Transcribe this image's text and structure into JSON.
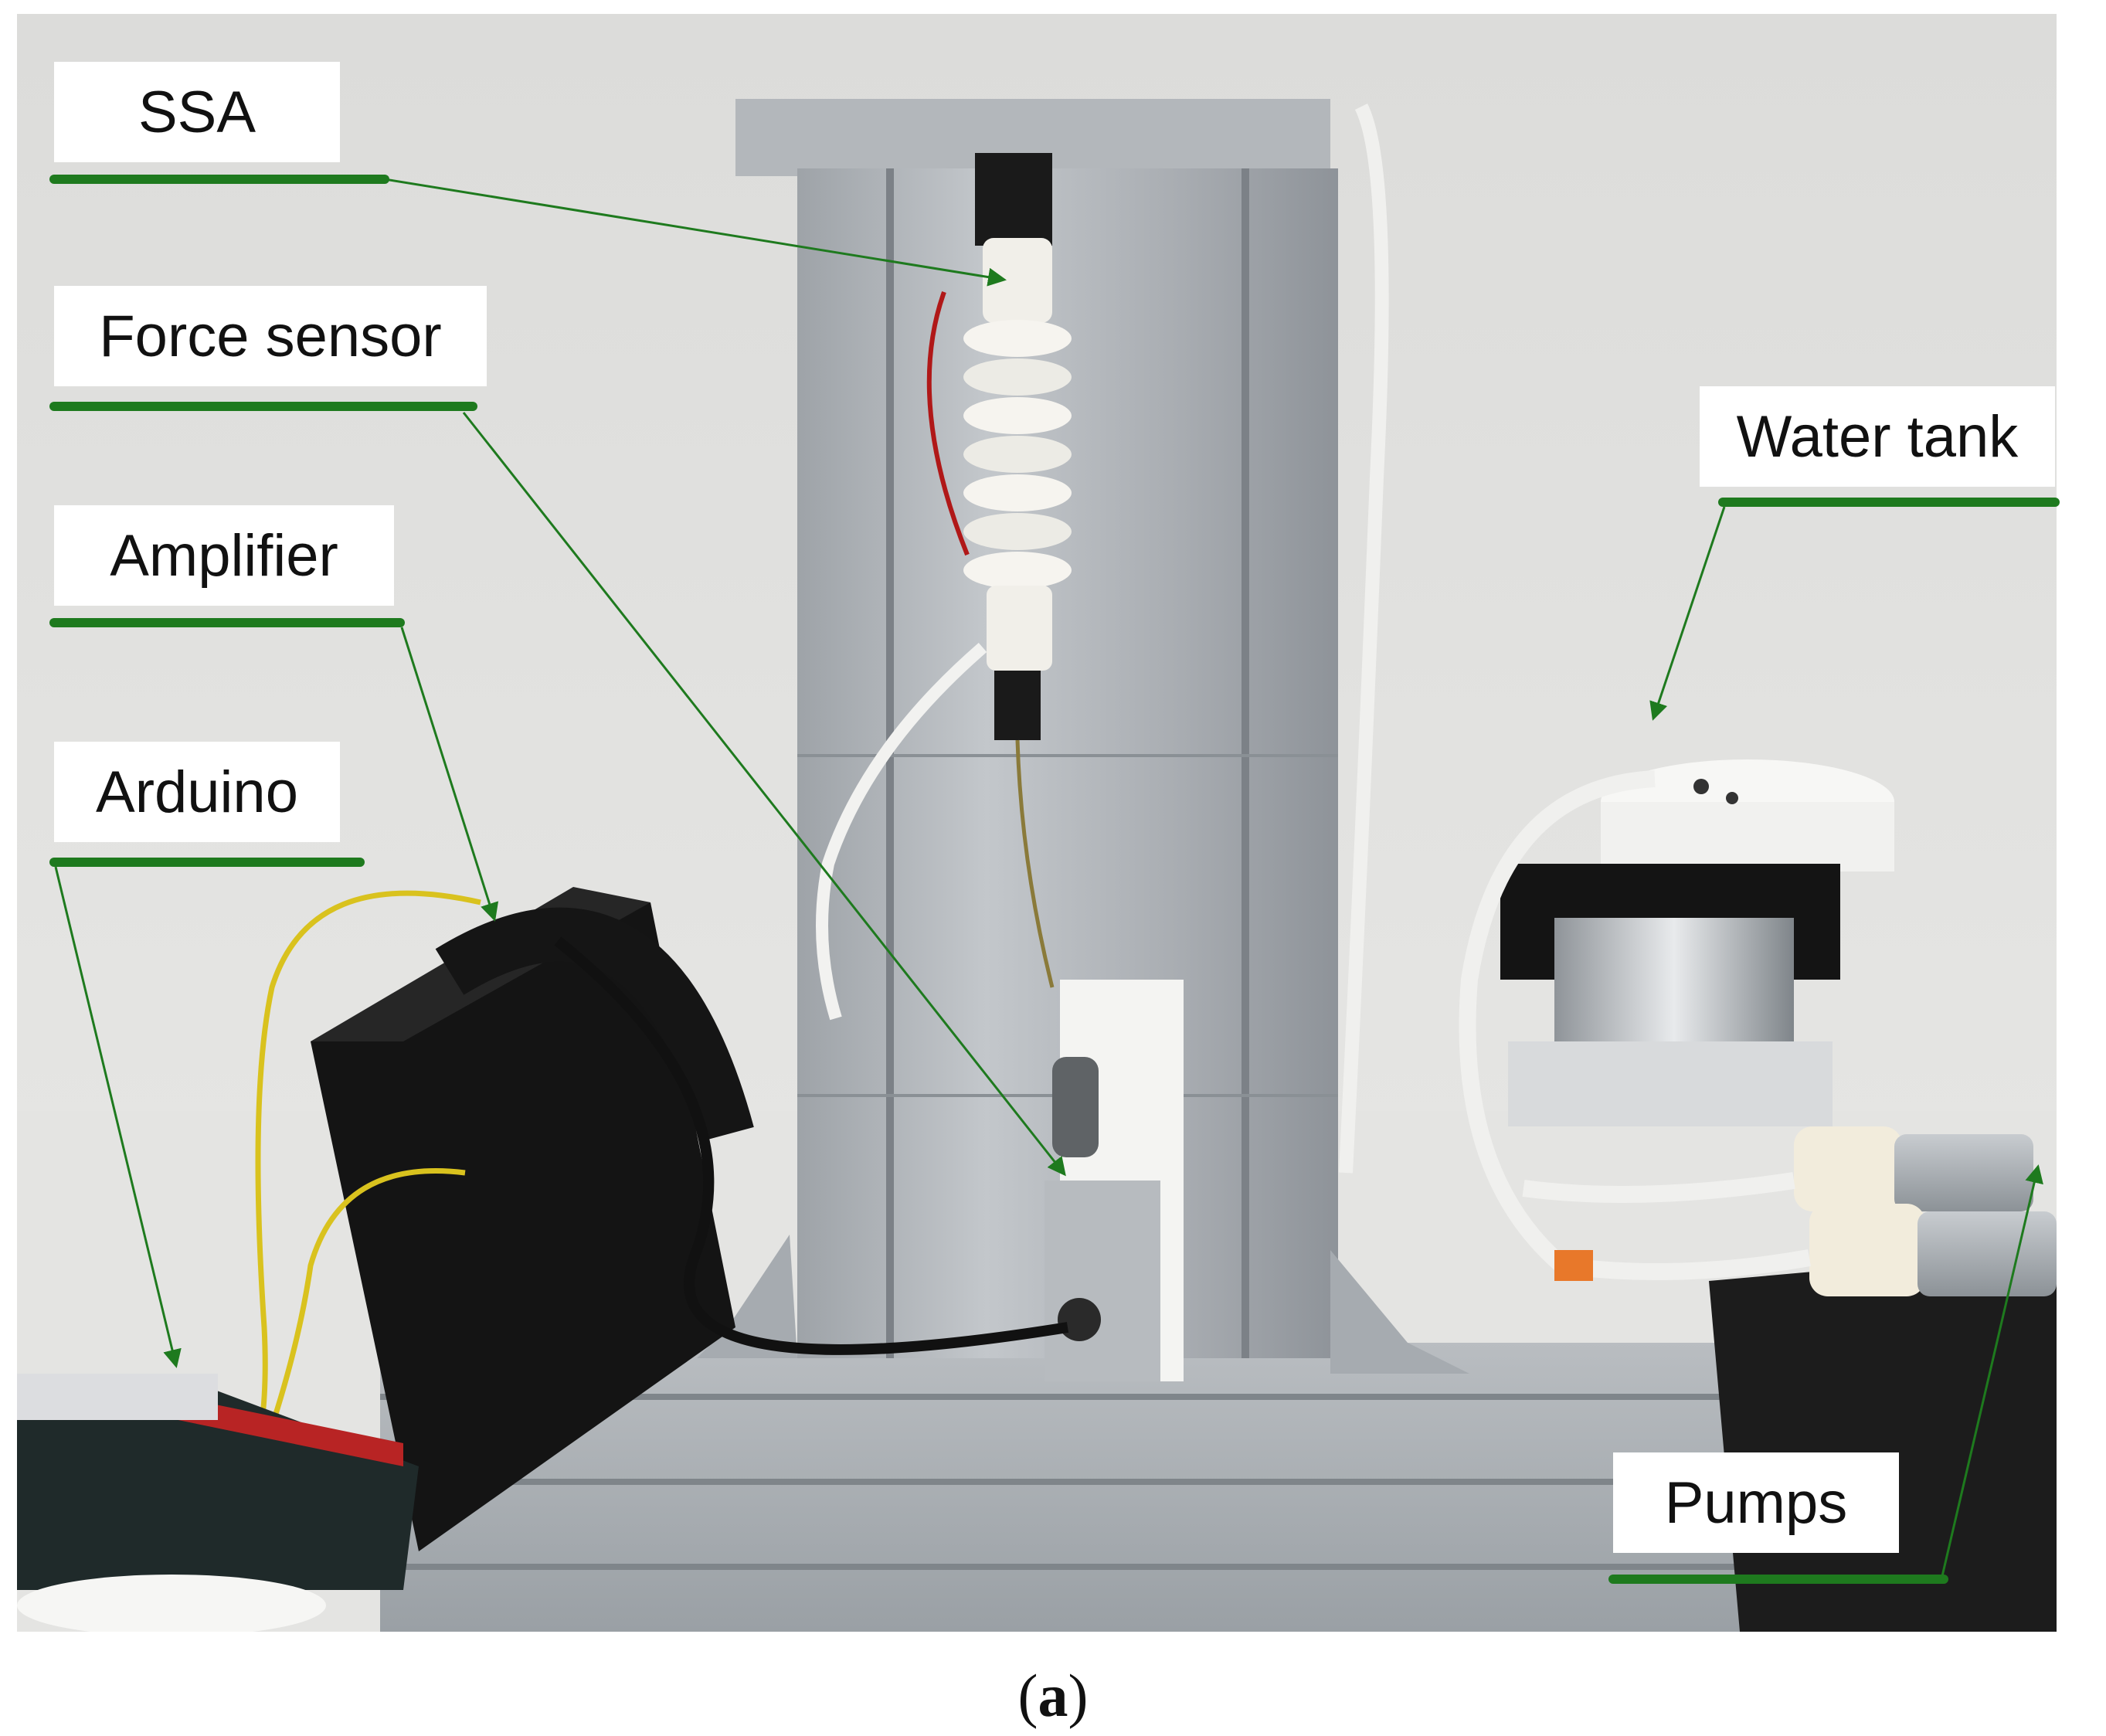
{
  "labels": {
    "ssa": "SSA",
    "force_sensor": "Force sensor",
    "amplifier": "Amplifier",
    "arduino": "Arduino",
    "water_tank": "Water tank",
    "pumps": "Pumps"
  },
  "caption": {
    "open": "(",
    "letter": "a",
    "close": ")"
  },
  "colors": {
    "leader_line": "#1e7a1e",
    "label_background": "#ffffff",
    "label_text": "#111111"
  }
}
